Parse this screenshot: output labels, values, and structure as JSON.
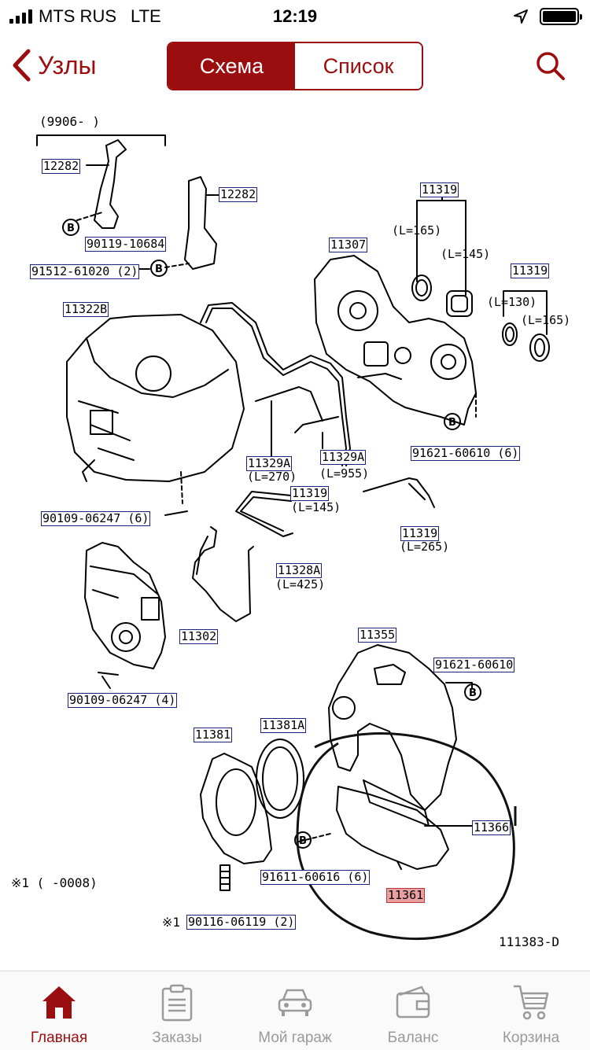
{
  "status_bar": {
    "carrier": "MTS RUS",
    "network": "LTE",
    "time": "12:19"
  },
  "nav": {
    "back_label": "Узлы",
    "segments": [
      "Схема",
      "Список"
    ],
    "active_segment": "Схема",
    "icons": {
      "back": "chevron-left-icon",
      "search": "search-icon"
    }
  },
  "diagram": {
    "parts": [
      {
        "id": "12282a",
        "code": "12282"
      },
      {
        "id": "90119",
        "code": "90119-10684"
      },
      {
        "id": "12282b",
        "code": "12282"
      },
      {
        "id": "91512",
        "code": "91512-61020 (2)"
      },
      {
        "id": "11319a",
        "code": "11319"
      },
      {
        "id": "11307",
        "code": "11307"
      },
      {
        "id": "11319b",
        "code": "11319"
      },
      {
        "id": "11322b",
        "code": "11322B"
      },
      {
        "id": "91621a",
        "code": "91621-60610 (6)"
      },
      {
        "id": "11329a1",
        "code": "11329A"
      },
      {
        "id": "11329a2",
        "code": "11329A"
      },
      {
        "id": "90109a",
        "code": "90109-06247 (6)"
      },
      {
        "id": "11319c",
        "code": "11319"
      },
      {
        "id": "11319d",
        "code": "11319"
      },
      {
        "id": "11328a",
        "code": "11328A"
      },
      {
        "id": "11302",
        "code": "11302"
      },
      {
        "id": "11355",
        "code": "11355"
      },
      {
        "id": "91621b",
        "code": "91621-60610"
      },
      {
        "id": "90109b",
        "code": "90109-06247 (4)"
      },
      {
        "id": "11381",
        "code": "11381"
      },
      {
        "id": "11381a",
        "code": "11381A"
      },
      {
        "id": "11366",
        "code": "11366"
      },
      {
        "id": "91611",
        "code": "91611-60616 (6)"
      },
      {
        "id": "11361",
        "code": "11361"
      },
      {
        "id": "90116",
        "code": "90116-06119 (2)"
      }
    ],
    "labels": {
      "date_range": "(9906-      )",
      "l165a": "(L=165)",
      "l145a": "(L=145)",
      "l130": "(L=130)",
      "l165b": "(L=165)",
      "l270": "(L=270)",
      "l955": "(L=955)",
      "l145b": "(L=145)",
      "l265": "(L=265)",
      "l425": "(L=425)",
      "note": "※1  (      -0008)",
      "note_mark": "※1",
      "diagram_id": "111383-D"
    },
    "highlighted_part": "11361"
  },
  "tab_bar": {
    "tabs": [
      {
        "label": "Главная",
        "icon": "home-icon",
        "active": true
      },
      {
        "label": "Заказы",
        "icon": "clipboard-icon",
        "active": false
      },
      {
        "label": "Мой гараж",
        "icon": "car-icon",
        "active": false
      },
      {
        "label": "Баланс",
        "icon": "wallet-icon",
        "active": false
      },
      {
        "label": "Корзина",
        "icon": "cart-icon",
        "active": false
      }
    ]
  },
  "colors": {
    "accent": "#9b0e10",
    "inactive_tab": "#9a9a9a",
    "highlight": "#e9a0a0"
  }
}
